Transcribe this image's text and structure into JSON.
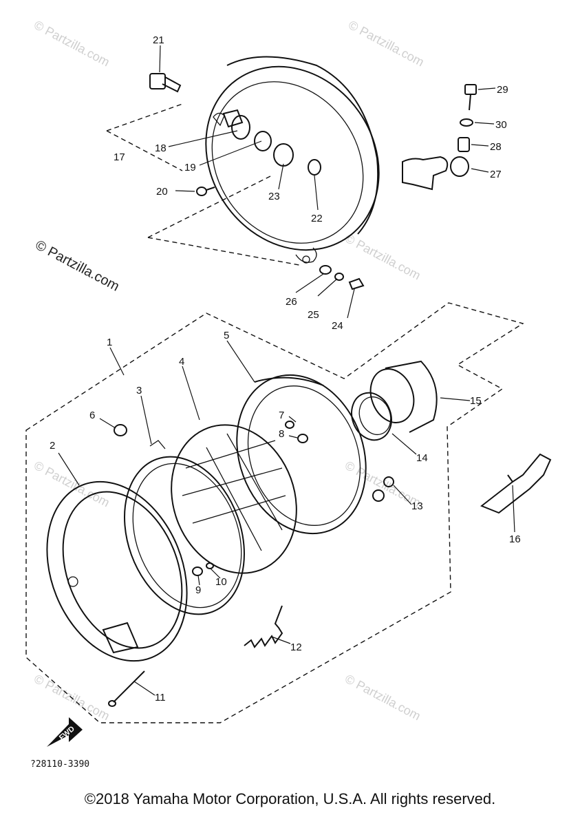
{
  "watermark": {
    "text": "© Partzilla.com"
  },
  "callouts": [
    "1",
    "2",
    "3",
    "4",
    "5",
    "6",
    "7",
    "8",
    "9",
    "10",
    "11",
    "12",
    "13",
    "14",
    "15",
    "16",
    "17",
    "18",
    "19",
    "20",
    "21",
    "22",
    "23",
    "24",
    "25",
    "26",
    "27",
    "28",
    "29",
    "30"
  ],
  "fwd_label": "FWD",
  "diagram_code": "?28110-3390",
  "footer": "©2018 Yamaha Motor Corporation, U.S.A. All rights reserved."
}
